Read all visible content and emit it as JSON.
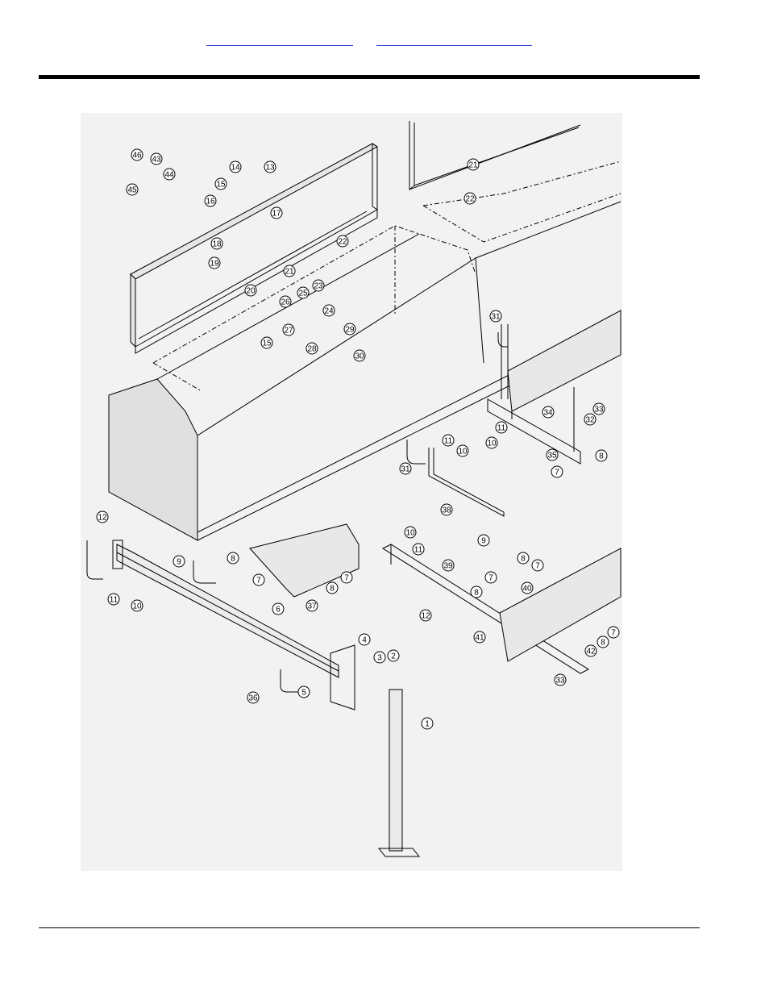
{
  "header": {
    "link_a": "",
    "link_b": ""
  },
  "parts": [
    {
      "num": "1"
    },
    {
      "num": "2"
    },
    {
      "num": "3"
    },
    {
      "num": "4"
    },
    {
      "num": "5"
    },
    {
      "num": "6"
    },
    {
      "num": "7"
    },
    {
      "num": "8"
    },
    {
      "num": "9"
    },
    {
      "num": "10"
    },
    {
      "num": "11"
    },
    {
      "num": "12"
    },
    {
      "num": "13"
    },
    {
      "num": "14"
    },
    {
      "num": "15"
    },
    {
      "num": "16"
    },
    {
      "num": "17"
    },
    {
      "num": "18"
    },
    {
      "num": "19"
    },
    {
      "num": "20"
    },
    {
      "num": "21"
    },
    {
      "num": "22"
    },
    {
      "num": "23"
    },
    {
      "num": "24"
    },
    {
      "num": "25"
    },
    {
      "num": "26"
    },
    {
      "num": "27"
    },
    {
      "num": "28"
    },
    {
      "num": "29"
    },
    {
      "num": "30"
    },
    {
      "num": "31"
    },
    {
      "num": "32"
    },
    {
      "num": "33"
    },
    {
      "num": "34"
    },
    {
      "num": "35"
    },
    {
      "num": "36"
    },
    {
      "num": "37"
    },
    {
      "num": "38"
    },
    {
      "num": "39"
    },
    {
      "num": "40"
    },
    {
      "num": "41"
    },
    {
      "num": "42"
    },
    {
      "num": "43"
    },
    {
      "num": "44"
    },
    {
      "num": "45"
    },
    {
      "num": "46"
    }
  ]
}
